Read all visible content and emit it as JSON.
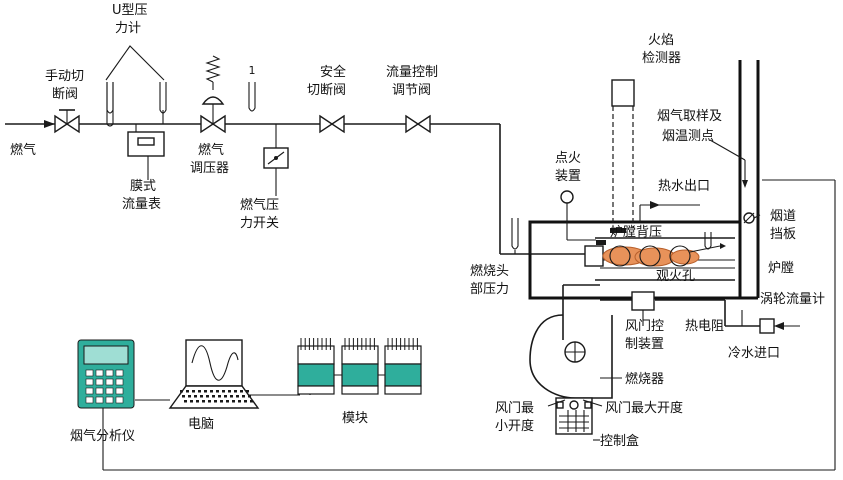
{
  "labels": {
    "gas": "燃气",
    "u_gauge_1": "U型压",
    "u_gauge_2": "力计",
    "manual_valve_1": "手动切",
    "manual_valve_2": "断阀",
    "membrane_meter_1": "膜式",
    "membrane_meter_2": "流量表",
    "regulator_1": "燃气",
    "regulator_2": "调压器",
    "gas_switch_1": "燃气压",
    "gas_switch_2": "力开关",
    "safety_valve_1": "安全",
    "safety_valve_2": "切断阀",
    "flow_valve_1": "流量控制",
    "flow_valve_2": "调节阀",
    "flame_det_1": "火焰",
    "flame_det_2": "检测器",
    "flue_sample_1": "烟气取样及",
    "flue_sample_2": "烟温测点",
    "igniter_1": "点火",
    "igniter_2": "装置",
    "hot_water_out": "热水出口",
    "flue_damper_1": "烟道",
    "flue_damper_2": "挡板",
    "chamber_backpressure": "炉膛背压",
    "view_port": "观火孔",
    "chamber": "炉膛",
    "burner_head_1": "燃烧头",
    "burner_head_2": "部压力",
    "turbine_meter": "涡轮流量计",
    "damper_ctrl_1": "风门控",
    "damper_ctrl_2": "制装置",
    "thermocouple": "热电阻",
    "cold_water_in": "冷水进口",
    "burner": "燃烧器",
    "damper_min_1": "风门最",
    "damper_min_2": "小开度",
    "damper_max": "风门最大开度",
    "control_box": "控制盒",
    "flue_analyzer": "烟气分析仪",
    "computer": "电脑",
    "modules": "模块",
    "gauge_mark": "1"
  },
  "colors": {
    "line": "#1a1a1a",
    "flame": "#e8925a",
    "flame_edge": "#b8602c",
    "analyzer_body": "#2fae9c",
    "analyzer_screen": "#9fded4",
    "module_body": "#2fae9c"
  }
}
